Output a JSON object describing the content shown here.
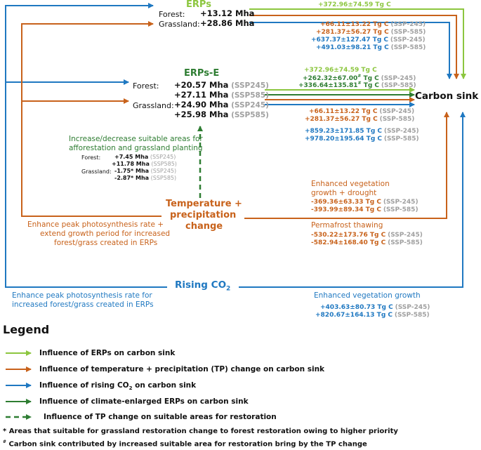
{
  "erps": {
    "title": "ERPs",
    "forest_label": "Forest:",
    "forest_value": "+13.12 Mha",
    "grass_label": "Grassland:",
    "grass_value": "+28.86 Mha"
  },
  "top_values": {
    "green": "+372.96±74.59 Tg C",
    "orange1": "+66.11±13.22 Tg C",
    "orange1_ssp": "(SSP-245)",
    "orange2": "+281.37±56.27 Tg C",
    "orange2_ssp": "(SSP-585)",
    "blue1": "+637.37±127.47 Tg C",
    "blue1_ssp": "(SSP-245)",
    "blue2": "+491.03±98.21 Tg C",
    "blue2_ssp": "(SSP-585)"
  },
  "erps_e": {
    "title": "ERPs-E",
    "forest_label": "Forest:",
    "grass_label": "Grassland:",
    "rows": [
      {
        "value": "+20.57 Mha",
        "ssp": "(SSP245)"
      },
      {
        "value": "+27.11 Mha",
        "ssp": "(SSP585)"
      },
      {
        "value": "+24.90 Mha",
        "ssp": "(SSP245)"
      },
      {
        "value": "+25.98 Mha",
        "ssp": "(SSP585)"
      }
    ]
  },
  "mid_values": {
    "green": "+372.96±74.59 Tg C",
    "dgreen1": "+262.32±67.00",
    "dgreen1_unit": " Tg C",
    "dgreen1_ssp": "(SSP-245)",
    "dgreen2": "+336.64±135.81",
    "dgreen2_unit": " Tg C",
    "dgreen2_ssp": "(SSP-585)",
    "hash": "#",
    "orange1": "+66.11±13.22 Tg C",
    "orange1_ssp": "(SSP-245)",
    "orange2": "+281.37±56.27 Tg C",
    "orange2_ssp": "(SSP-585)",
    "blue1": "+859.23±171.85 Tg C",
    "blue1_ssp": "(SSP-245)",
    "blue2": "+978.20±195.64 Tg C",
    "blue2_ssp": "(SSP-585)"
  },
  "carbon_sink": "Carbon sink",
  "suitable": {
    "line1": "Increase/decrease suitable areas for",
    "line2": "afforestation and grassland planting",
    "forest_label": "Forest:",
    "grass_label": "Grassland:",
    "rows": [
      {
        "value": "+7.45 Mha",
        "ssp": "(SSP245)"
      },
      {
        "value": "+11.78 Mha",
        "ssp": "(SSP585)"
      },
      {
        "value": "-1.75* Mha",
        "ssp": "(SSP245)"
      },
      {
        "value": "-2.87* Mha",
        "ssp": "(SSP585)"
      }
    ]
  },
  "tp": {
    "line1": "Temperature +",
    "line2": "precipitation",
    "line3": "change",
    "enhance1": "Enhance  peak photosynthesis rate +",
    "enhance2": "extend growth period for increased",
    "enhance3": "forest/grass created in ERPs"
  },
  "veg_drought": {
    "line1": "Enhanced vegetation",
    "line2": "growth + drought",
    "v1": "-369.36±63.33 Tg C",
    "v1_ssp": "(SSP-245)",
    "v2": "-393.99±89.34 Tg C",
    "v2_ssp": "(SSP-585)"
  },
  "permafrost": {
    "title": "Permafrost thawing",
    "v1": "-530.22±173.76 Tg C",
    "v1_ssp": "(SSP-245)",
    "v2": "-582.94±168.40 Tg C",
    "v2_ssp": "(SSP-585)"
  },
  "co2": {
    "title": "Rising CO",
    "sub": "2",
    "left1": "Enhance  peak photosynthesis rate for",
    "left2": "increased forest/grass created in ERPs",
    "right_title": "Enhanced vegetation growth",
    "v1": "+403.63±80.73 Tg C",
    "v1_ssp": "(SSP-245)",
    "v2": "+820.67±164.13 Tg C",
    "v2_ssp": "(SSP-585)"
  },
  "legend": {
    "title": "Legend",
    "items": [
      {
        "label": "Influence of ERPs on carbon sink"
      },
      {
        "label": "Influence of temperature + precipitation (TP) change on carbon sink"
      },
      {
        "label": "Influence of rising CO",
        "sub": "2",
        "after": " on carbon sink"
      },
      {
        "label": "Influence of climate-enlarged ERPs on carbon sink"
      },
      {
        "label": "Influence of TP change on suitable areas for restoration"
      }
    ],
    "note1": "* Areas that suitable for grassland restoration change to forest restoration owing to higher priority",
    "note2_mark": "#",
    "note2": " Carbon sink contributed by increased suitable area for restoration bring by the TP change"
  },
  "colors": {
    "light_green": "#8cc63f",
    "dark_green": "#2e7d32",
    "orange": "#c8621b",
    "blue": "#1f78c1",
    "gray": "#a0a0a0"
  }
}
